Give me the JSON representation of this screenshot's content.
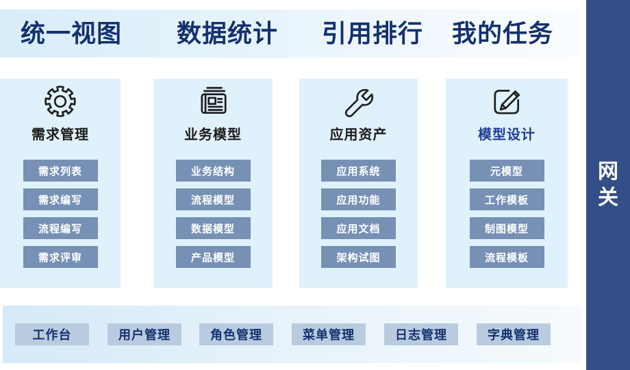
{
  "header": {
    "tabs": [
      {
        "label": "统一视图"
      },
      {
        "label": "数据统计"
      },
      {
        "label": "引用排行"
      },
      {
        "label": "我的任务"
      }
    ]
  },
  "panels": [
    {
      "title": "需求管理",
      "icon": "gear-icon",
      "items": [
        "需求列表",
        "需求编写",
        "流程编写",
        "需求评审"
      ]
    },
    {
      "title": "业务模型",
      "icon": "newspaper-icon",
      "items": [
        "业务结构",
        "流程模型",
        "数据模型",
        "产品模型"
      ]
    },
    {
      "title": "应用资产",
      "icon": "wrench-icon",
      "items": [
        "应用系统",
        "应用功能",
        "应用文档",
        "架构试图"
      ]
    },
    {
      "title": "模型设计",
      "icon": "edit-icon",
      "items": [
        "元模型",
        "工作模板",
        "制图模型",
        "流程模板"
      ]
    }
  ],
  "sidebar": {
    "label": "网关",
    "chars": [
      "网",
      "关"
    ]
  },
  "footer": {
    "items": [
      "工作台",
      "用户管理",
      "角色管理",
      "菜单管理",
      "日志管理",
      "字典管理"
    ]
  },
  "colors": {
    "band_start": "#d8edf9",
    "band_end": "#fbfdff",
    "panel_bg": "#dff1fb",
    "panel_button": "#7791b5",
    "footer_button": "#b9cbdf",
    "navy_text": "#14316e",
    "sidebar_bg": "#344f87",
    "panel_title_dark": "#1b1b1b",
    "panel_title_blue": "#1d3d91"
  }
}
